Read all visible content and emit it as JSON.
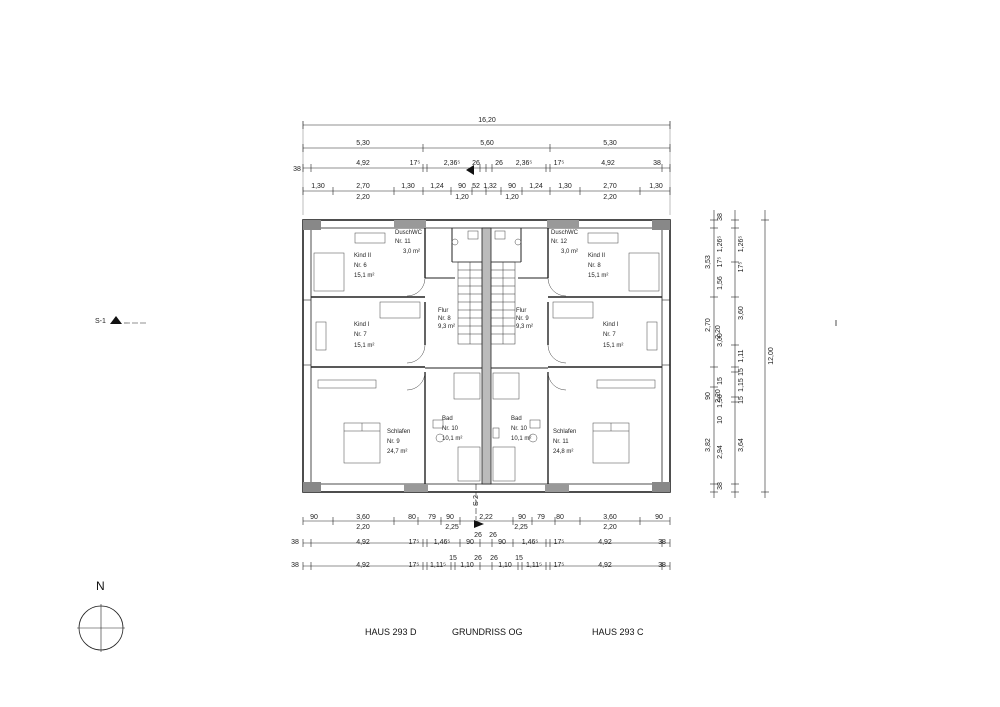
{
  "footer": {
    "left_house": "HAUS 293 D",
    "center_title": "GRUNDRISS OG",
    "right_house": "HAUS 293 C"
  },
  "compass": {
    "north_label": "N"
  },
  "section_marks": {
    "s1": "S-1",
    "s2": "S-2"
  },
  "rooms_left": [
    {
      "name": "DuschWC",
      "nr": "Nr. 11",
      "area": "3,0 m²"
    },
    {
      "name": "Kind II",
      "nr": "Nr. 6",
      "area": "15,1 m²"
    },
    {
      "name": "Kind I",
      "nr": "Nr. 7",
      "area": "15,1 m²"
    },
    {
      "name": "Flur",
      "nr": "Nr. 8",
      "area": "9,3 m²"
    },
    {
      "name": "Bad",
      "nr": "Nr. 10",
      "area": "10,1 m²"
    },
    {
      "name": "Schlafen",
      "nr": "Nr. 9",
      "area": "24,7 m²"
    }
  ],
  "rooms_right": [
    {
      "name": "DuschWC",
      "nr": "Nr. 12",
      "area": "3,0 m²"
    },
    {
      "name": "Kind II",
      "nr": "Nr. 8",
      "area": "15,1 m²"
    },
    {
      "name": "Kind I",
      "nr": "Nr. 7",
      "area": "15,1 m²"
    },
    {
      "name": "Flur",
      "nr": "Nr. 9",
      "area": "9,3 m²"
    },
    {
      "name": "Bad",
      "nr": "Nr. 10",
      "area": "10,1 m²"
    },
    {
      "name": "Schlafen",
      "nr": "Nr. 11",
      "area": "24,8 m²"
    }
  ],
  "dims_top": {
    "row1": [
      "16,20"
    ],
    "row2": [
      "5,30",
      "5,60",
      "5,30"
    ],
    "row3": [
      "38",
      "4,92",
      "17⁵",
      "2,36⁵",
      "26",
      "26",
      "2,36⁵",
      "17⁵",
      "4,92",
      "38"
    ],
    "row4": [
      "1,30",
      "2,70",
      "1,30",
      "1,24",
      "90",
      "52",
      "1,32",
      "90",
      "1,24",
      "1,30",
      "2,70",
      "1,30"
    ],
    "row4b": [
      "2,20",
      "1,20",
      "1,20",
      "2,20"
    ]
  },
  "dims_bottom": {
    "row1": [
      "90",
      "3,60",
      "80",
      "79",
      "90",
      "2,22",
      "90",
      "79",
      "80",
      "3,60",
      "90"
    ],
    "row1b": [
      "2,20",
      "2,25",
      "2,25",
      "2,20"
    ],
    "row2": [
      "38",
      "4,92",
      "17⁵",
      "1,46⁵",
      "26",
      "26",
      "90",
      "90",
      "1,46⁵",
      "17⁵",
      "4,92",
      "38"
    ],
    "row3": [
      "38",
      "4,92",
      "17⁵",
      "1,11⁵",
      "15",
      "1,10",
      "26",
      "26",
      "1,10",
      "15",
      "1,11⁵",
      "17⁵",
      "4,92",
      "38"
    ]
  },
  "dims_right": {
    "col1": [
      "38",
      "3,53",
      "2,70",
      "90",
      "3,82",
      "38"
    ],
    "col1b": [
      "2,20",
      "2,20"
    ],
    "col2": [
      "17⁵",
      "1,56",
      "3,00",
      "15",
      "1,90",
      "10",
      "2,94"
    ],
    "col3": [
      "1,26⁵",
      "1,26⁵",
      "17⁵",
      "3,60",
      "1,11",
      "15",
      "1,15",
      "15",
      "3,64"
    ],
    "total": "12,00"
  }
}
